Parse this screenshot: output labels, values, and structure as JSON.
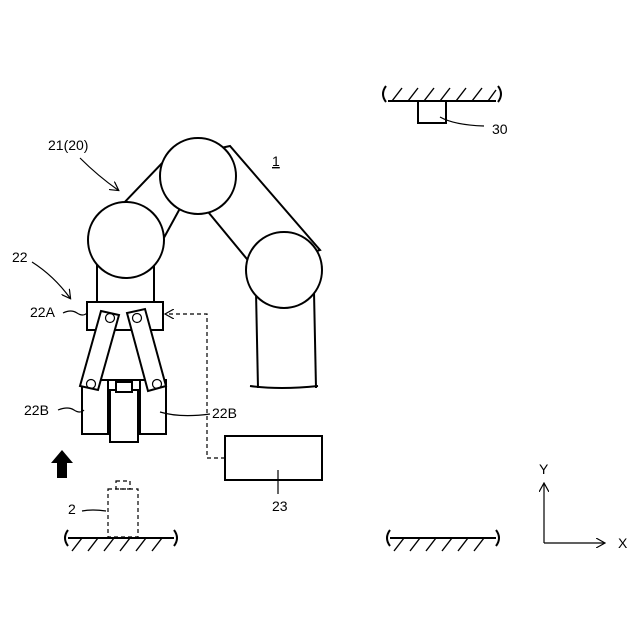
{
  "labels": {
    "robot": "21(20)",
    "system": "1",
    "hand": "22",
    "base_plate": "22A",
    "finger_left": "22B",
    "finger_right": "22B",
    "controller": "23",
    "workpiece": "2",
    "camera": "30",
    "axis_y": "Y",
    "axis_x": "X"
  },
  "colors": {
    "line": "#000000",
    "background": "#ffffff"
  },
  "icons": {
    "direction_arrow": "up-arrow-icon"
  }
}
